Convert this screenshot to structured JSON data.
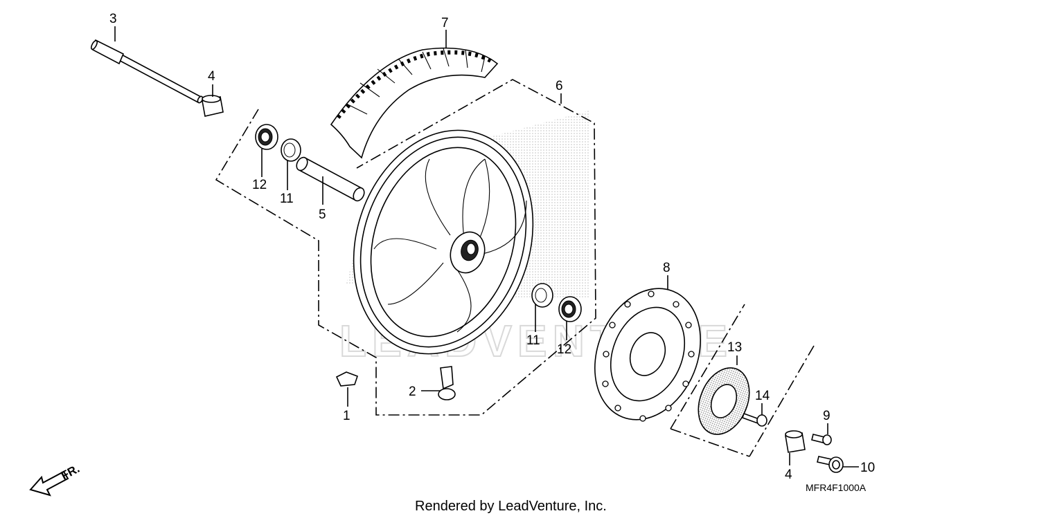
{
  "callouts": {
    "c1": "1",
    "c2": "2",
    "c3": "3",
    "c4a": "4",
    "c4b": "4",
    "c5": "5",
    "c6": "6",
    "c7": "7",
    "c8": "8",
    "c9": "9",
    "c10": "10",
    "c11a": "11",
    "c11b": "11",
    "c12a": "12",
    "c12b": "12",
    "c13": "13",
    "c14": "14"
  },
  "front_indicator": "FR.",
  "diagram_code": "MFR4F1000A",
  "footer_text": "Rendered by LeadVenture, Inc.",
  "watermark_text": "LEADVENTURE",
  "colors": {
    "line": "#000000",
    "background": "#ffffff",
    "stipple": "#8c8c8c",
    "watermark": "#d9d9d9"
  }
}
